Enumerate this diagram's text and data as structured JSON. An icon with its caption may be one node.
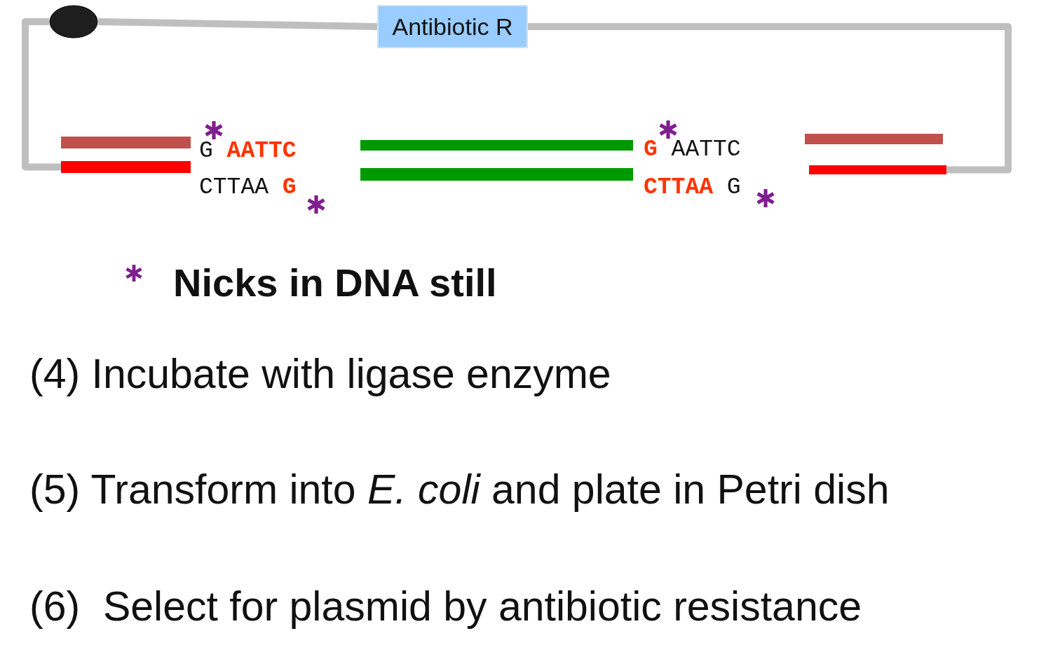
{
  "diagram": {
    "nodes": [
      {
        "text": [],
        "shape": "ellipse"
      },
      {
        "text": [
          "Antibiotic R"
        ]
      },
      {
        "text": [],
        "shape": "bar"
      },
      {
        "text": [],
        "shape": "bar"
      },
      {
        "text": [],
        "shape": "bar"
      },
      {
        "text": [],
        "shape": "bar"
      },
      {
        "text": [],
        "shape": "bar"
      },
      {
        "text": [],
        "shape": "bar"
      }
    ],
    "edges": [
      {
        "from": 3,
        "to": 0,
        "arrow": "none"
      },
      {
        "from": 0,
        "to": 1,
        "arrow": "none"
      },
      {
        "from": 1,
        "to": 7,
        "arrow": "none"
      }
    ],
    "labels": [
      "G **AATTC**",
      "**G** AATTC",
      "CTTAA **G**",
      "**CTTAA** G",
      "(4) Incubate with ligase enzyme",
      "(5) Transform into *E. coli* and plate in Petri dish",
      "(6)  Select for plasmid by antibiotic resistance"
    ],
    "legend": [
      {
        "text": "Nicks in DNA still"
      }
    ]
  }
}
